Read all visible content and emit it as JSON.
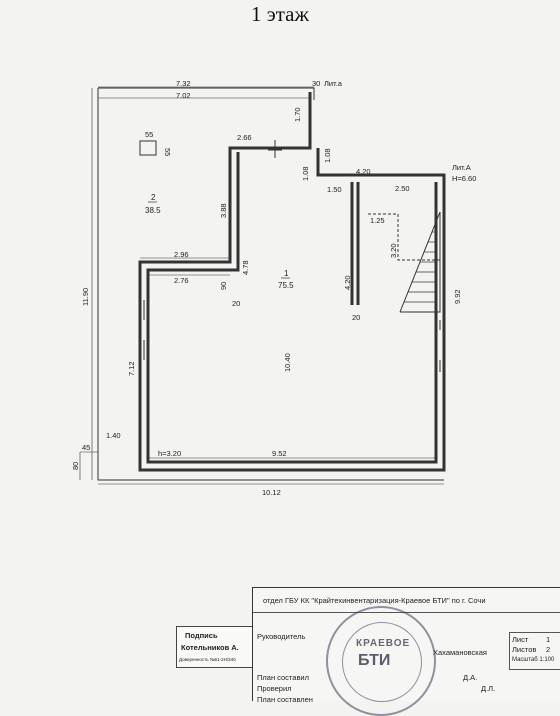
{
  "page": {
    "title": "1 этаж"
  },
  "labels": {
    "lit_a_top": "Лит.а",
    "lit_a_right": "Лит.А",
    "height_main": "H=6.60",
    "height_room2": "h=3.20"
  },
  "rooms": [
    {
      "number": "1",
      "area": "75.5"
    },
    {
      "number": "2",
      "area": "38.5"
    }
  ],
  "dimensions": {
    "d_732": "7.32",
    "d_702": "7.02",
    "d_30": "30",
    "d_170": "1.70",
    "d_55a": "55",
    "d_55b": "55",
    "d_266": "2.66",
    "d_108a": "1.08",
    "d_108b": "1.08",
    "d_150": "1.50",
    "d_420a": "4.20",
    "d_250": "2.50",
    "d_125": "1.25",
    "d_320": "3.20",
    "d_388": "3.88",
    "d_478": "4.78",
    "d_296": "2.96",
    "d_276": "2.76",
    "d_90": "90",
    "d_20a": "20",
    "d_420b": "4.20",
    "d_20b": "20",
    "d_992": "9.92",
    "d_1190": "11.90",
    "d_1040": "10.40",
    "d_712": "7.12",
    "d_140": "1.40",
    "d_45": "45",
    "d_80": "80",
    "d_952": "9.52",
    "d_1012": "10.12"
  },
  "title_block": {
    "org": "отдел ГБУ КК \"Крайтехинвентаризация-Краевое БТИ\" по г. Сочи",
    "rukovoditel": "Руководитель",
    "sostavila": "План составил",
    "proveril": "Проверил",
    "sostavlen": "План составлен",
    "list_label": "Лист",
    "list_value": "1",
    "listov_label": "Листов",
    "listov_value": "2",
    "scale": "Масштаб 1:100",
    "person_1": "Хахамановская",
    "person_2": "Д.А.",
    "person_3": "Д.Л."
  },
  "signature": {
    "line1": "Подпись",
    "line2": "Котельников А.",
    "line3": "Доверенность №61-2Н/340"
  },
  "stamp": {
    "line1": "КРАЕВОЕ",
    "line2": "БТИ"
  }
}
